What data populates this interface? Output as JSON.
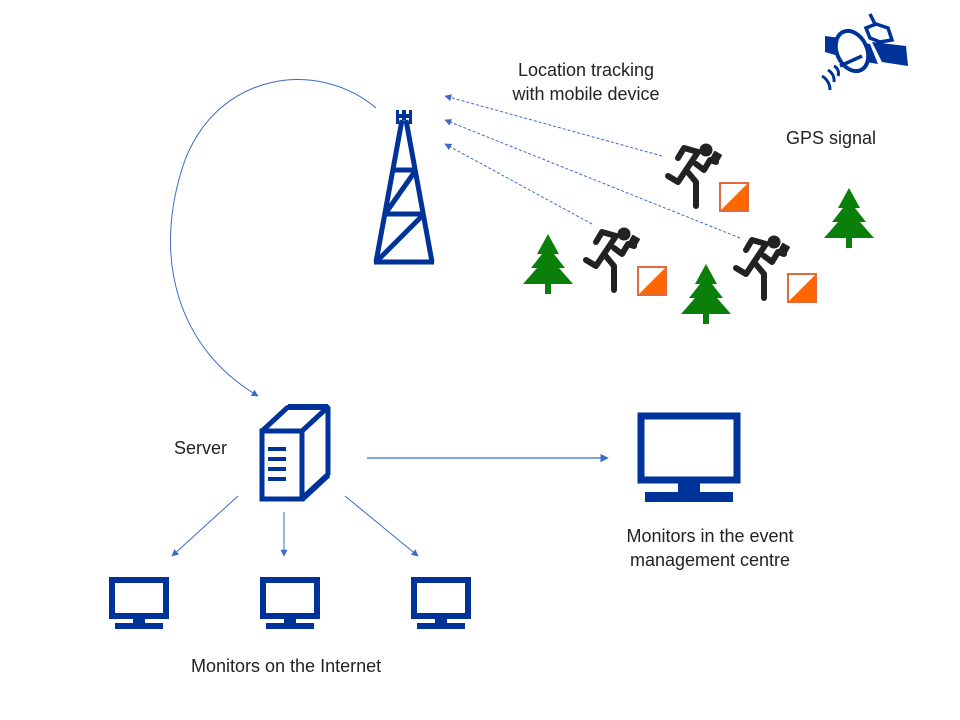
{
  "diagram": {
    "title": "Orienteering live tracking system",
    "colors": {
      "icon_blue": "#003399",
      "arrow_blue": "#3a6bc9",
      "tree_green": "#0a7f0a",
      "runner_black": "#222222",
      "flag_orange": "#ff6600",
      "text": "#222222"
    },
    "labels": {
      "location_tracking_line1": "Location tracking",
      "location_tracking_line2": "with mobile device",
      "gps_signal": "GPS signal",
      "server": "Server",
      "event_centre_line1": "Monitors in the event",
      "event_centre_line2": "management centre",
      "internet_monitors": "Monitors on the Internet"
    },
    "nodes": [
      {
        "id": "satellite",
        "icon": "satellite-icon"
      },
      {
        "id": "cell-tower",
        "icon": "cell-tower-icon"
      },
      {
        "id": "runner-1",
        "icon": "runner-icon",
        "flag": "orienteering-flag-icon"
      },
      {
        "id": "runner-2",
        "icon": "runner-icon",
        "flag": "orienteering-flag-icon"
      },
      {
        "id": "runner-3",
        "icon": "runner-icon",
        "flag": "orienteering-flag-icon"
      },
      {
        "id": "tree-1",
        "icon": "tree-icon"
      },
      {
        "id": "tree-2",
        "icon": "tree-icon"
      },
      {
        "id": "tree-3",
        "icon": "tree-icon"
      },
      {
        "id": "server",
        "icon": "server-icon"
      },
      {
        "id": "event-centre-monitor",
        "icon": "monitor-icon"
      },
      {
        "id": "internet-monitor-1",
        "icon": "monitor-icon"
      },
      {
        "id": "internet-monitor-2",
        "icon": "monitor-icon"
      },
      {
        "id": "internet-monitor-3",
        "icon": "monitor-icon"
      }
    ],
    "edges": [
      {
        "from": "runner-1",
        "to": "cell-tower",
        "style": "dashed"
      },
      {
        "from": "runner-3",
        "to": "cell-tower",
        "style": "dashed"
      },
      {
        "from": "runner-2",
        "to": "cell-tower",
        "style": "dashed"
      },
      {
        "from": "cell-tower",
        "to": "server",
        "style": "curved"
      },
      {
        "from": "server",
        "to": "event-centre-monitor",
        "style": "solid"
      },
      {
        "from": "server",
        "to": "internet-monitor-1",
        "style": "solid"
      },
      {
        "from": "server",
        "to": "internet-monitor-2",
        "style": "solid"
      },
      {
        "from": "server",
        "to": "internet-monitor-3",
        "style": "solid"
      }
    ]
  }
}
